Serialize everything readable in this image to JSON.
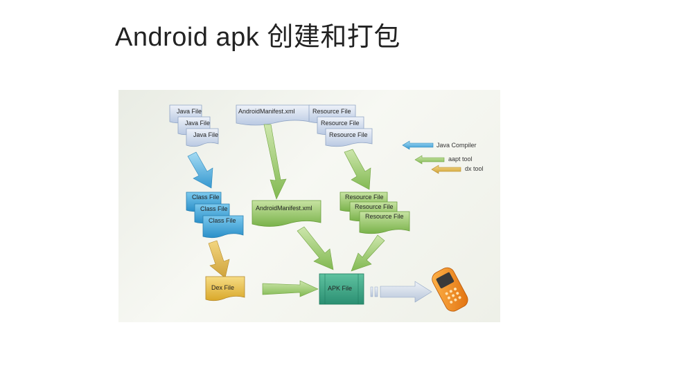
{
  "title": "Android apk 创建和打包",
  "diagram": {
    "java_files": [
      "Java File",
      "Java File",
      "Java File"
    ],
    "manifest_source": "AndroidManifest.xml",
    "resource_files": [
      "Resource File",
      "Resource File",
      "Resource File"
    ],
    "class_files": [
      "Class File",
      "Class File",
      "Class File"
    ],
    "manifest_compiled": "AndroidManifest.xml",
    "resource_compiled": [
      "Resource File",
      "Resource File",
      "Resource File"
    ],
    "dex_file": "Dex File",
    "apk_file": "APK File",
    "legend": {
      "java_compiler": "Java Compiler",
      "aapt_tool": "aapt tool",
      "dx_tool": "dx tool"
    },
    "colors": {
      "source_doc": "#c8d6ea",
      "class_file": "#3aa6dc",
      "compiled_green": "#8cc35a",
      "dex_file": "#e6bc3a",
      "apk_file": "#3aa888",
      "arrow_blue": "#3aa6dc",
      "arrow_green": "#8cc35a",
      "arrow_yellow": "#d6b040",
      "phone": "#f08a1c"
    }
  }
}
